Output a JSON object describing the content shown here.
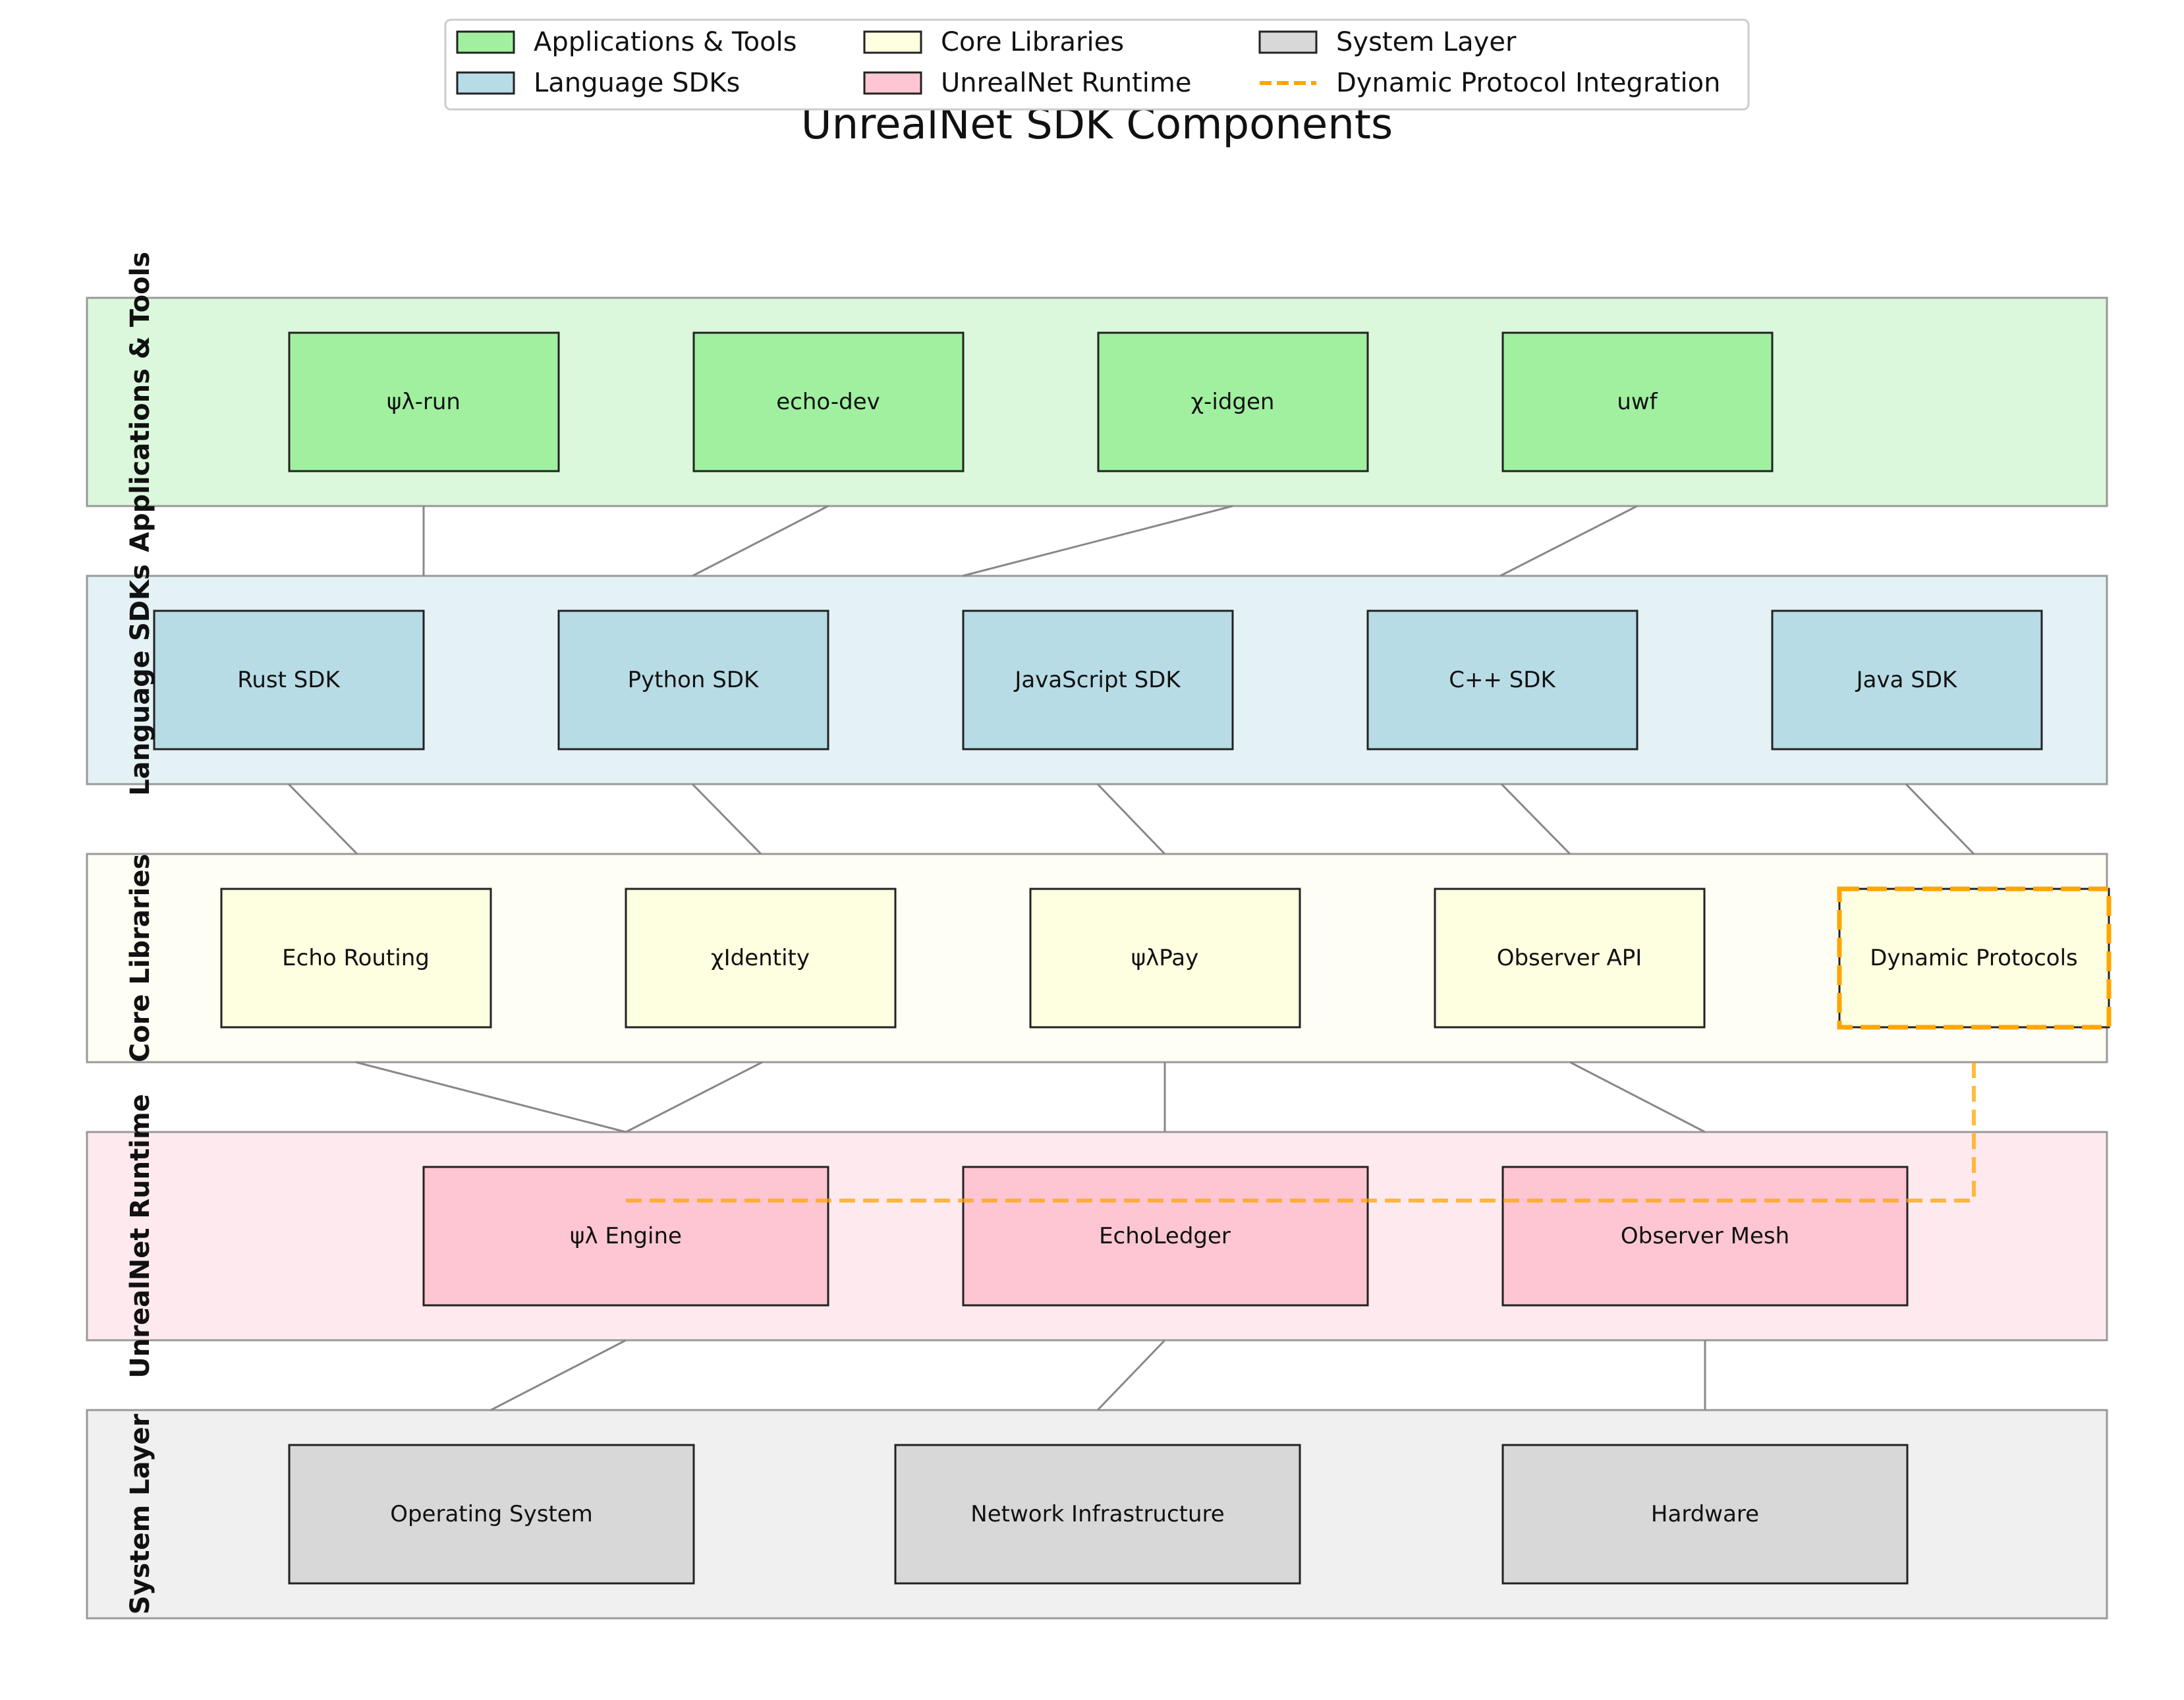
{
  "title": "UnrealNet SDK Components",
  "colors": {
    "apps_band": "#dcf8dc",
    "apps_node": "#a0f0a0",
    "sdk_band": "#e4f2f6",
    "sdk_node": "#b8dce6",
    "core_band": "#fefef4",
    "core_node": "#fefee0",
    "runtime_band": "#feeaee",
    "runtime_node": "#fec6d2",
    "system_band": "#f0f0f0",
    "system_node": "#d8d8d8",
    "dynamic": "#ffa500"
  },
  "layers": [
    {
      "label": "Applications & Tools",
      "nodes": [
        "ψλ-run",
        "echo-dev",
        "χ-idgen",
        "uwf"
      ]
    },
    {
      "label": "Language SDKs",
      "nodes": [
        "Rust SDK",
        "Python SDK",
        "JavaScript SDK",
        "C++ SDK",
        "Java SDK"
      ]
    },
    {
      "label": "Core Libraries",
      "nodes": [
        "Echo Routing",
        "χIdentity",
        "ψλPay",
        "Observer API",
        "Dynamic Protocols"
      ]
    },
    {
      "label": "UnrealNet Runtime",
      "nodes": [
        "ψλ Engine",
        "EchoLedger",
        "Observer Mesh"
      ]
    },
    {
      "label": "System Layer",
      "nodes": [
        "Operating System",
        "Network Infrastructure",
        "Hardware"
      ]
    }
  ],
  "legend": [
    {
      "label": "Applications & Tools",
      "kind": "patch",
      "color": "#a0f0a0"
    },
    {
      "label": "Core Libraries",
      "kind": "patch",
      "color": "#fefee0"
    },
    {
      "label": "System Layer",
      "kind": "patch",
      "color": "#d8d8d8"
    },
    {
      "label": "Language SDKs",
      "kind": "patch",
      "color": "#b8dce6"
    },
    {
      "label": "UnrealNet Runtime",
      "kind": "patch",
      "color": "#fec6d2"
    },
    {
      "label": "Dynamic Protocol Integration",
      "kind": "dashed-line",
      "color": "#ffa500"
    }
  ]
}
